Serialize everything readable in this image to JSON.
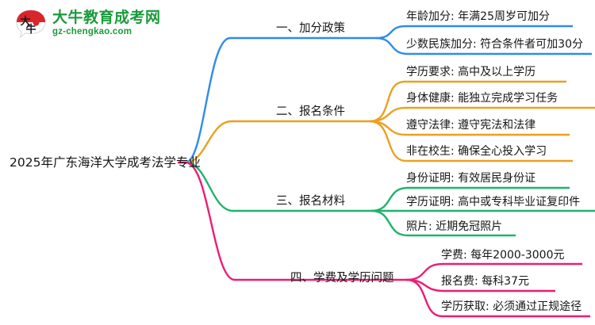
{
  "logo": {
    "mark_name": "daniu-speech-bubble-logo",
    "mark_text": "大牛",
    "title": "大牛教育成考网",
    "subtitle": "gz-chengkao.com",
    "brand_color": "#1a9a3c",
    "mark_accent_color": "#d9252a"
  },
  "mindmap": {
    "root": {
      "label": "2025年广东海洋大学成考法学专业"
    },
    "branches": [
      {
        "label": "一、加分政策",
        "color": "#2e8bef",
        "leaves": [
          {
            "label": "年龄加分: 年满25周岁可加分"
          },
          {
            "label": "少数民族加分: 符合条件者可加30分"
          }
        ]
      },
      {
        "label": "二、报名条件",
        "color": "#eba020",
        "leaves": [
          {
            "label": "学历要求: 高中及以上学历"
          },
          {
            "label": "身体健康: 能独立完成学习任务"
          },
          {
            "label": "遵守法律: 遵守宪法和法律"
          },
          {
            "label": "非在校生: 确保全心投入学习"
          }
        ]
      },
      {
        "label": "三、报名材料",
        "color": "#20b26c",
        "leaves": [
          {
            "label": "身份证明: 有效居民身份证"
          },
          {
            "label": "学历证明: 高中或专科毕业证复印件"
          },
          {
            "label": "照片: 近期免冠照片"
          }
        ]
      },
      {
        "label": "四、学费及学历问题",
        "color": "#ec1c77",
        "leaves": [
          {
            "label": "学费: 每年2000-3000元"
          },
          {
            "label": "报名费: 每科37元"
          },
          {
            "label": "学历获取: 必须通过正规途径"
          }
        ]
      }
    ]
  }
}
